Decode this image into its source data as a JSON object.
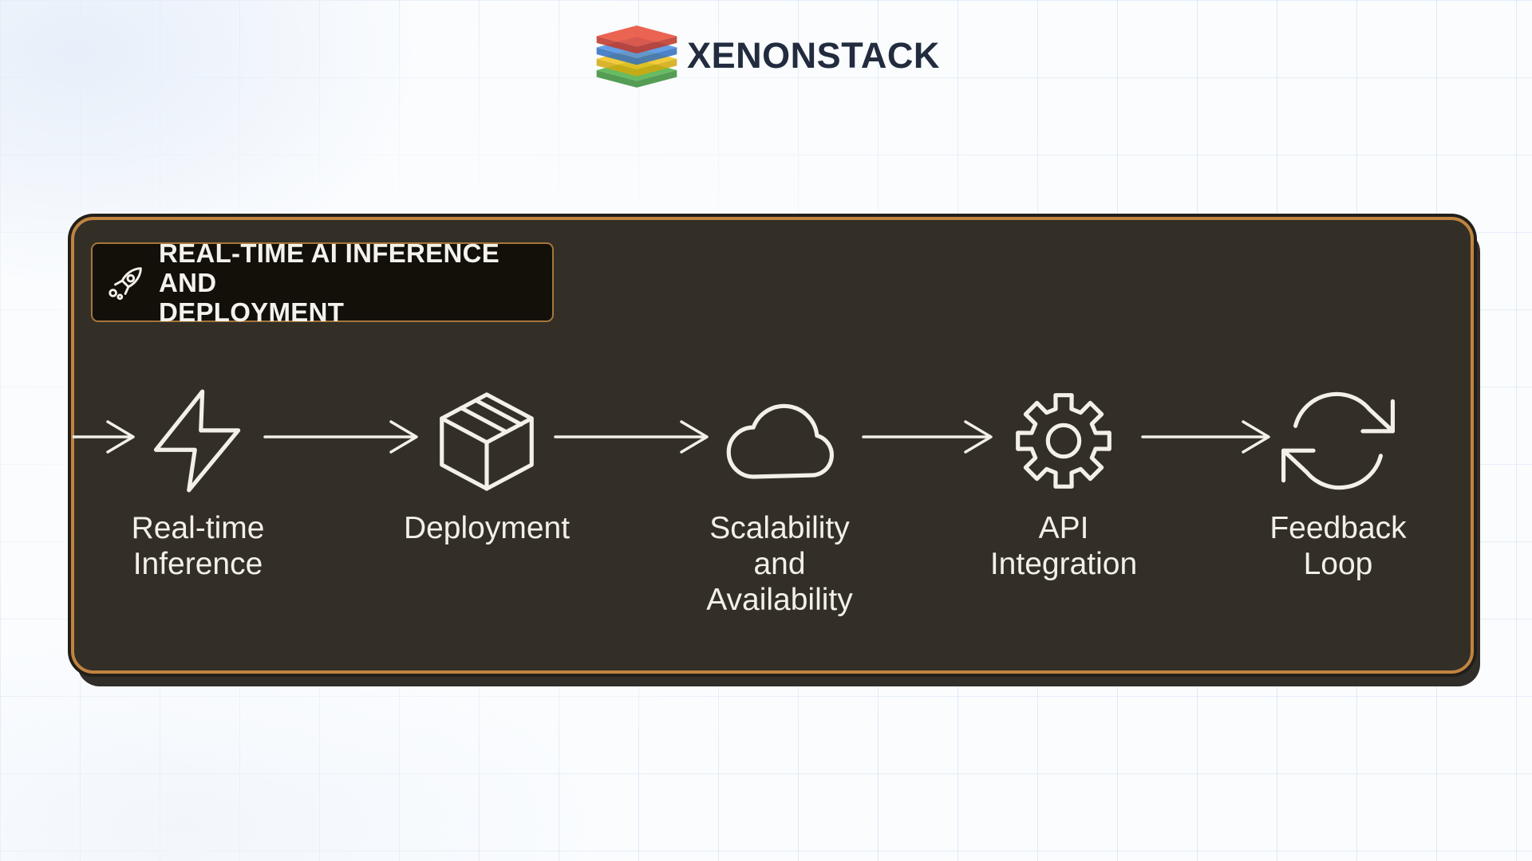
{
  "brand": {
    "name": "XENONSTACK",
    "logo_icon": "layers-logo-icon",
    "text_color": "#222c3e",
    "logo_colors": {
      "red": "#e8503a",
      "blue": "#4a8fe2",
      "yellow": "#f2c218",
      "green": "#52b24c"
    }
  },
  "colors": {
    "page_bg": "#fafcfe",
    "grid_line": "#a4c2e9",
    "panel_bg": "#332f27",
    "panel_border": "#c08440",
    "titlebox_bg": "#131009",
    "titlebox_border": "#a5763b",
    "diagram_ink": "#f2f0e9"
  },
  "diagram": {
    "title": "REAL-TIME AI INFERENCE AND\nDEPLOYMENT",
    "title_icon": "rocket-icon",
    "steps": [
      {
        "id": "real-time-inference",
        "icon": "lightning-icon",
        "label": "Real-time\nInference"
      },
      {
        "id": "deployment",
        "icon": "package-icon",
        "label": "Deployment"
      },
      {
        "id": "scalability-availability",
        "icon": "cloud-icon",
        "label": "Scalability\nand\nAvailability"
      },
      {
        "id": "api-integration",
        "icon": "gear-icon",
        "label": "API\nIntegration"
      },
      {
        "id": "feedback-loop",
        "icon": "sync-icon",
        "label": "Feedback\nLoop"
      }
    ]
  }
}
